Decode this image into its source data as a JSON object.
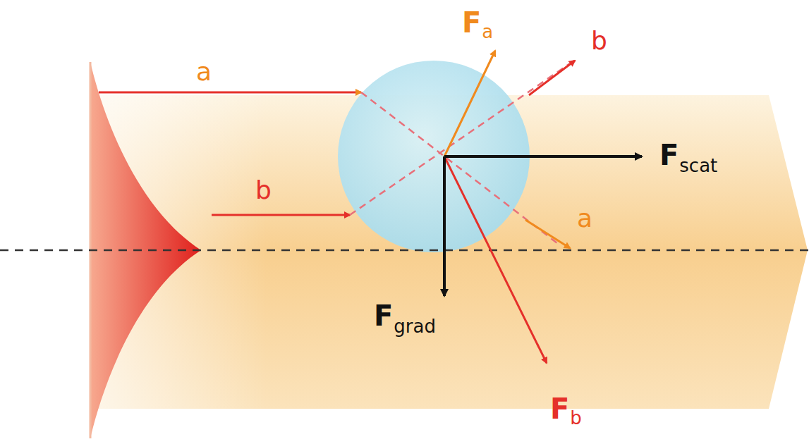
{
  "diagram": {
    "labels": [
      "a",
      "b",
      "F",
      "a",
      "b",
      "F",
      "scat",
      "a",
      "F",
      "grad",
      "F",
      "b"
    ]
  }
}
